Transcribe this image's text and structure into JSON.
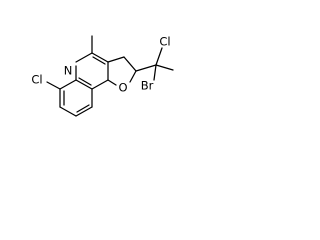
{
  "molecule": {
    "atoms": {
      "nitrogen": "N",
      "oxygen": "O",
      "chlorine_ring": "Cl",
      "chlorine_side": "Cl",
      "bromine": "Br"
    }
  }
}
